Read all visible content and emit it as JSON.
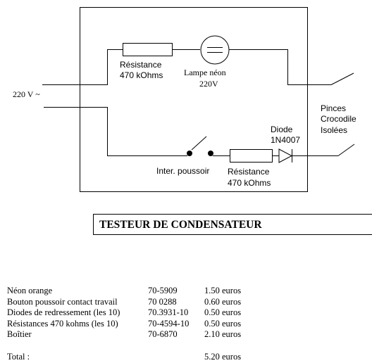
{
  "diagram": {
    "input_label": "220 V ~",
    "resistor_top": {
      "line1": "Résistance",
      "line2": "470 kOhms"
    },
    "lamp": {
      "line1": "Lampe néon",
      "line2": "220V"
    },
    "clips": {
      "line1": "Pinces",
      "line2": "Crocodile",
      "line3": "Isolées"
    },
    "diode": {
      "line1": "Diode",
      "line2": "1N4007"
    },
    "switch_label": "Inter. poussoir",
    "resistor_bottom": {
      "line1": "Résistance",
      "line2": "470 kOhms"
    }
  },
  "title": "TESTEUR DE CONDENSATEUR",
  "parts": [
    {
      "name": "Néon orange",
      "ref": "70-5909",
      "price": "1.50 euros"
    },
    {
      "name": "Bouton poussoir contact travail",
      "ref": "70 0288",
      "price": "0.60 euros"
    },
    {
      "name": "Diodes de redressement (les 10)",
      "ref": "70.3931-10",
      "price": "0.50 euros"
    },
    {
      "name": "Résistances 470 kohms (les 10)",
      "ref": "70-4594-10",
      "price": "0.50 euros"
    },
    {
      "name": "Boîtier",
      "ref": "70-6870",
      "price": "2.10 euros"
    }
  ],
  "total": {
    "label": "Total :",
    "value": "5.20 euros"
  }
}
